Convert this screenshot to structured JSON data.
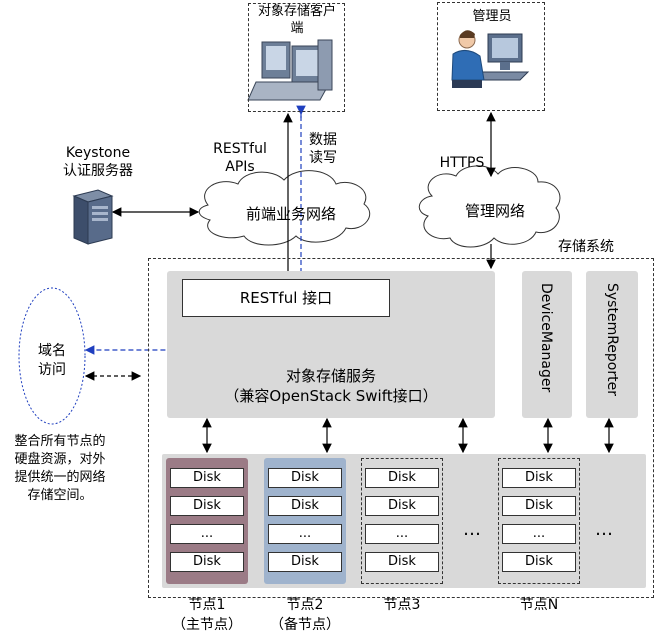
{
  "client": {
    "title_line1": "对象存储客户",
    "title_line2": "端"
  },
  "admin": {
    "title": "管理员"
  },
  "keystone": {
    "line1": "Keystone",
    "line2": "认证服务器"
  },
  "front_network": {
    "label": "前端业务网络",
    "restful_line1": "RESTful",
    "restful_line2": "APIs",
    "rw_line1": "数据",
    "rw_line2": "读写"
  },
  "mgmt_network": {
    "label": "管理网络",
    "protocol": "HTTPS"
  },
  "storage_system": {
    "title": "存储系统",
    "rest_interface": "RESTful 接口",
    "service_line1": "对象存储服务",
    "service_line2": "（兼容OpenStack Swift接口）",
    "device_manager": "DeviceManager",
    "system_reporter": "SystemReporter"
  },
  "domain": {
    "line1": "域名",
    "line2": "访问"
  },
  "note": {
    "line1": "整合所有节点的",
    "line2": "硬盘资源，对外",
    "line3": "提供统一的网络",
    "line4": "存储空间。"
  },
  "disk_label": "Disk",
  "ellipsis": "...",
  "dots": "…",
  "nodes": [
    {
      "name": "节点1",
      "role": "（主节点）"
    },
    {
      "name": "节点2",
      "role": "（备节点）"
    },
    {
      "name": "节点3",
      "role": ""
    },
    {
      "name": "节点N",
      "role": ""
    }
  ],
  "colors": {
    "primary_node": "#9b7b86",
    "standby_node": "#9fb3cd",
    "panel_gray": "#d9d9d9",
    "blue_arrow": "#1f3fbf"
  }
}
